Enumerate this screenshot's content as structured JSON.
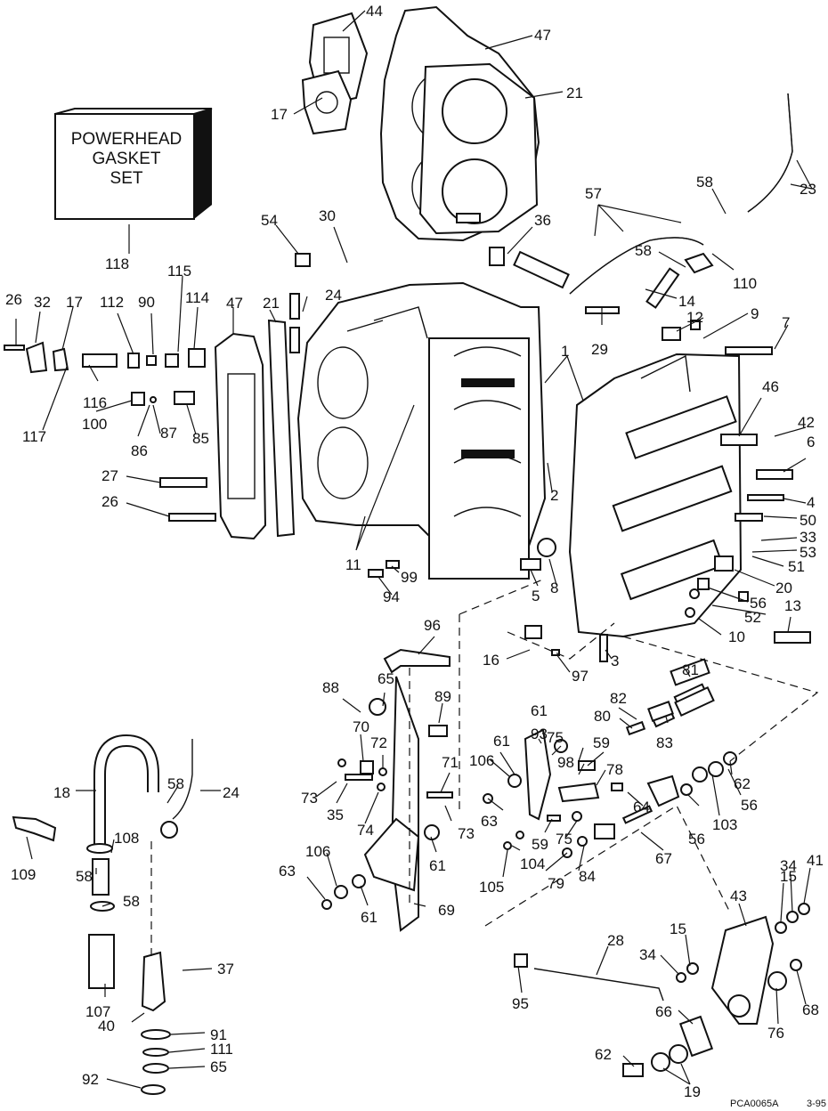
{
  "gasket_set_box": {
    "line1": "POWERHEAD",
    "line2": "GASKET",
    "line3": "SET"
  },
  "footer": {
    "code": "PCA0065A",
    "date": "3-95"
  },
  "callouts": [
    {
      "id": "c44",
      "text": "44"
    },
    {
      "id": "c47a",
      "text": "47"
    },
    {
      "id": "c21a",
      "text": "21"
    },
    {
      "id": "c17a",
      "text": "17"
    },
    {
      "id": "c23",
      "text": "23"
    },
    {
      "id": "c58a",
      "text": "58"
    },
    {
      "id": "c57",
      "text": "57"
    },
    {
      "id": "c30",
      "text": "30"
    },
    {
      "id": "c54",
      "text": "54"
    },
    {
      "id": "c36",
      "text": "36"
    },
    {
      "id": "c58b",
      "text": "58"
    },
    {
      "id": "c110",
      "text": "110"
    },
    {
      "id": "c118",
      "text": "118"
    },
    {
      "id": "c115",
      "text": "115"
    },
    {
      "id": "c14",
      "text": "14"
    },
    {
      "id": "c24a",
      "text": "24"
    },
    {
      "id": "c26a",
      "text": "26"
    },
    {
      "id": "c32",
      "text": "32"
    },
    {
      "id": "c17b",
      "text": "17"
    },
    {
      "id": "c112",
      "text": "112"
    },
    {
      "id": "c90",
      "text": "90"
    },
    {
      "id": "c114",
      "text": "114"
    },
    {
      "id": "c47b",
      "text": "47"
    },
    {
      "id": "c21b",
      "text": "21"
    },
    {
      "id": "c29",
      "text": "29"
    },
    {
      "id": "c12",
      "text": "12"
    },
    {
      "id": "c9",
      "text": "9"
    },
    {
      "id": "c7",
      "text": "7"
    },
    {
      "id": "c1",
      "text": "1"
    },
    {
      "id": "c116",
      "text": "116"
    },
    {
      "id": "c46",
      "text": "46"
    },
    {
      "id": "c117",
      "text": "117"
    },
    {
      "id": "c100",
      "text": "100"
    },
    {
      "id": "c87",
      "text": "87"
    },
    {
      "id": "c86",
      "text": "86"
    },
    {
      "id": "c85",
      "text": "85"
    },
    {
      "id": "c42",
      "text": "42"
    },
    {
      "id": "c6",
      "text": "6"
    },
    {
      "id": "c27",
      "text": "27"
    },
    {
      "id": "c2",
      "text": "2"
    },
    {
      "id": "c4",
      "text": "4"
    },
    {
      "id": "c26b",
      "text": "26"
    },
    {
      "id": "c50",
      "text": "50"
    },
    {
      "id": "c33",
      "text": "33"
    },
    {
      "id": "c53",
      "text": "53"
    },
    {
      "id": "c11",
      "text": "11"
    },
    {
      "id": "c99",
      "text": "99"
    },
    {
      "id": "c51",
      "text": "51"
    },
    {
      "id": "c94",
      "text": "94"
    },
    {
      "id": "c5",
      "text": "5"
    },
    {
      "id": "c8",
      "text": "8"
    },
    {
      "id": "c20",
      "text": "20"
    },
    {
      "id": "c56a",
      "text": "56"
    },
    {
      "id": "c52",
      "text": "52"
    },
    {
      "id": "c13",
      "text": "13"
    },
    {
      "id": "c96",
      "text": "96"
    },
    {
      "id": "c10",
      "text": "10"
    },
    {
      "id": "c16",
      "text": "16"
    },
    {
      "id": "c3",
      "text": "3"
    },
    {
      "id": "c97",
      "text": "97"
    },
    {
      "id": "c81",
      "text": "81"
    },
    {
      "id": "c88",
      "text": "88"
    },
    {
      "id": "c65a",
      "text": "65"
    },
    {
      "id": "c89",
      "text": "89"
    },
    {
      "id": "c82",
      "text": "82"
    },
    {
      "id": "c80",
      "text": "80"
    },
    {
      "id": "c83",
      "text": "83"
    },
    {
      "id": "c70",
      "text": "70"
    },
    {
      "id": "c93",
      "text": "93"
    },
    {
      "id": "c61a",
      "text": "61"
    },
    {
      "id": "c61b",
      "text": "61"
    },
    {
      "id": "c75a",
      "text": "75"
    },
    {
      "id": "c59a",
      "text": "59"
    },
    {
      "id": "c72",
      "text": "72"
    },
    {
      "id": "c106a",
      "text": "106"
    },
    {
      "id": "c98",
      "text": "98"
    },
    {
      "id": "c78",
      "text": "78"
    },
    {
      "id": "c62a",
      "text": "62"
    },
    {
      "id": "c18",
      "text": "18"
    },
    {
      "id": "c58c",
      "text": "58"
    },
    {
      "id": "c24b",
      "text": "24"
    },
    {
      "id": "c71",
      "text": "71"
    },
    {
      "id": "c73a",
      "text": "73"
    },
    {
      "id": "c35",
      "text": "35"
    },
    {
      "id": "c64",
      "text": "64"
    },
    {
      "id": "c56b",
      "text": "56"
    },
    {
      "id": "c74",
      "text": "74"
    },
    {
      "id": "c73b",
      "text": "73"
    },
    {
      "id": "c63a",
      "text": "63"
    },
    {
      "id": "c103",
      "text": "103"
    },
    {
      "id": "c56c",
      "text": "56"
    },
    {
      "id": "c108",
      "text": "108"
    },
    {
      "id": "c59b",
      "text": "59"
    },
    {
      "id": "c75b",
      "text": "75"
    },
    {
      "id": "c106b",
      "text": "106"
    },
    {
      "id": "c61c",
      "text": "61"
    },
    {
      "id": "c109",
      "text": "109"
    },
    {
      "id": "c58d",
      "text": "58"
    },
    {
      "id": "c104",
      "text": "104"
    },
    {
      "id": "c67",
      "text": "67"
    },
    {
      "id": "c63b",
      "text": "63"
    },
    {
      "id": "c79",
      "text": "79"
    },
    {
      "id": "c84",
      "text": "84"
    },
    {
      "id": "c105",
      "text": "105"
    },
    {
      "id": "c15a",
      "text": "15"
    },
    {
      "id": "c34a",
      "text": "34"
    },
    {
      "id": "c41",
      "text": "41"
    },
    {
      "id": "c61d",
      "text": "61"
    },
    {
      "id": "c69",
      "text": "69"
    },
    {
      "id": "c58e",
      "text": "58"
    },
    {
      "id": "c43",
      "text": "43"
    },
    {
      "id": "c28",
      "text": "28"
    },
    {
      "id": "c15b",
      "text": "15"
    },
    {
      "id": "c37",
      "text": "37"
    },
    {
      "id": "c34b",
      "text": "34"
    },
    {
      "id": "c95",
      "text": "95"
    },
    {
      "id": "c107",
      "text": "107"
    },
    {
      "id": "c68",
      "text": "68"
    },
    {
      "id": "c40",
      "text": "40"
    },
    {
      "id": "c66",
      "text": "66"
    },
    {
      "id": "c76",
      "text": "76"
    },
    {
      "id": "c91",
      "text": "91"
    },
    {
      "id": "c111",
      "text": "111"
    },
    {
      "id": "c65b",
      "text": "65"
    },
    {
      "id": "c62b",
      "text": "62"
    },
    {
      "id": "c92",
      "text": "92"
    },
    {
      "id": "c19",
      "text": "19"
    }
  ]
}
